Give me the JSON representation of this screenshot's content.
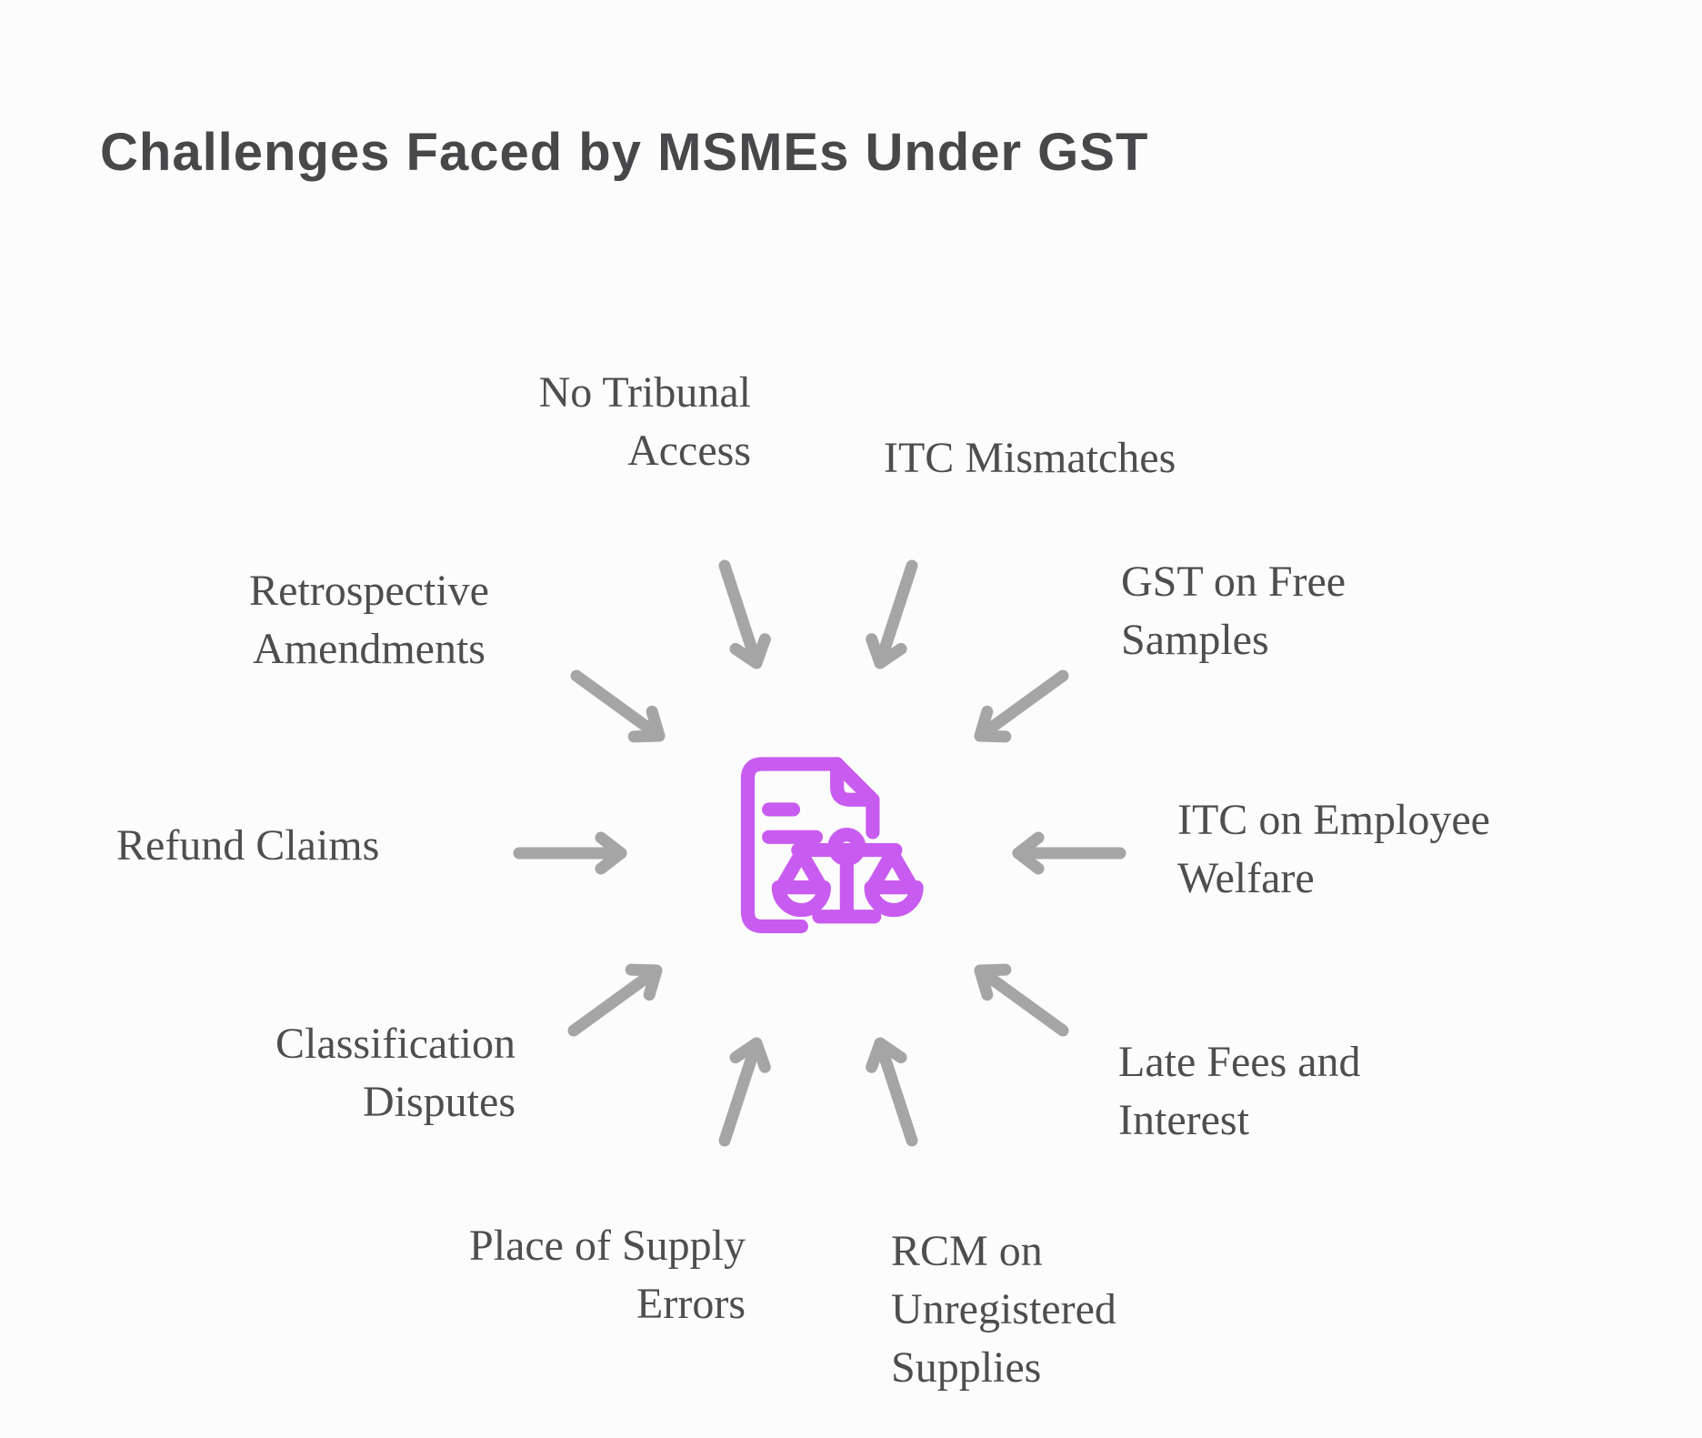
{
  "title": "Challenges Faced by MSMEs Under GST",
  "center_icon": "document-with-scales-of-justice",
  "colors": {
    "accent": "#C85BF0",
    "arrow": "#A5A5A5",
    "title_text": "#48484A",
    "label_text": "#4E4E50",
    "background": "#FCFCFC"
  },
  "items": [
    {
      "id": "no-tribunal-access",
      "label": "No Tribunal\nAccess"
    },
    {
      "id": "itc-mismatches",
      "label": "ITC Mismatches"
    },
    {
      "id": "gst-on-free-samples",
      "label": "GST on Free\nSamples"
    },
    {
      "id": "itc-on-employee-welfare",
      "label": "ITC on Employee\nWelfare"
    },
    {
      "id": "late-fees-and-interest",
      "label": "Late Fees and\nInterest"
    },
    {
      "id": "rcm-on-unregistered-supplies",
      "label": "RCM on\nUnregistered\nSupplies"
    },
    {
      "id": "place-of-supply-errors",
      "label": "Place of Supply\nErrors"
    },
    {
      "id": "classification-disputes",
      "label": "Classification\nDisputes"
    },
    {
      "id": "refund-claims",
      "label": "Refund Claims"
    },
    {
      "id": "retrospective-amendments",
      "label": "Retrospective\nAmendments"
    }
  ]
}
